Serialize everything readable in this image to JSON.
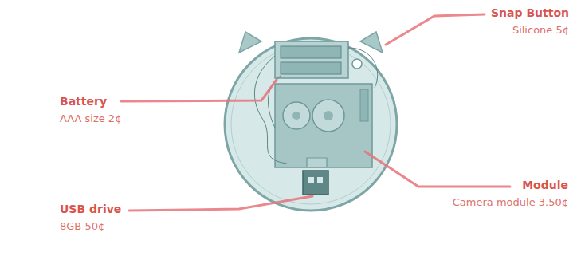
{
  "diagram": {
    "labels": [
      "Snap Button",
      "Silicone 5¢",
      "Battery",
      "AAA size 2¢",
      "Module",
      "Camera module 3.50¢",
      "USB drive",
      "8GB 50¢"
    ]
  }
}
